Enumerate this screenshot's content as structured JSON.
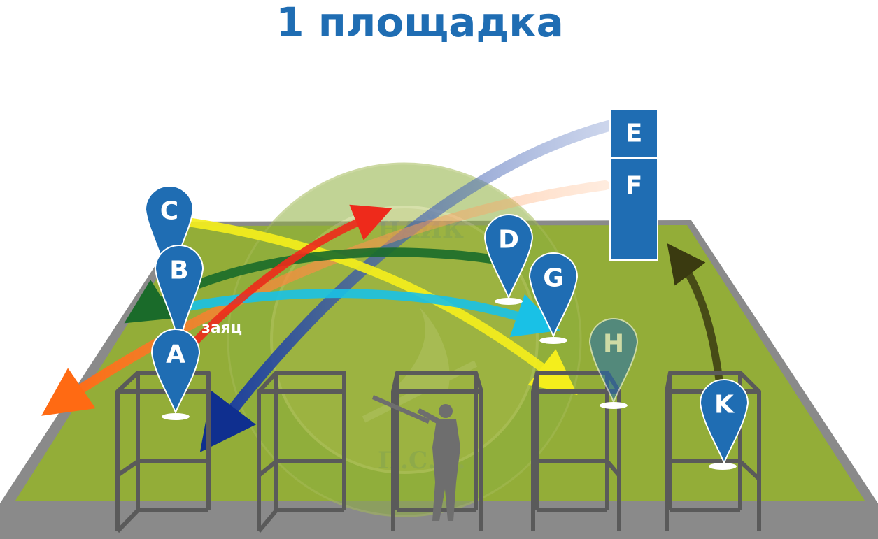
{
  "title": "1 площадка",
  "tower": {
    "labels": [
      "E",
      "F"
    ]
  },
  "pins": [
    {
      "label": "A",
      "style": "solid"
    },
    {
      "label": "B",
      "style": "solid"
    },
    {
      "label": "C",
      "style": "solid"
    },
    {
      "label": "D",
      "style": "solid"
    },
    {
      "label": "G",
      "style": "solid"
    },
    {
      "label": "H",
      "style": "faded"
    },
    {
      "label": "K",
      "style": "solid"
    }
  ],
  "hare_label": "заяц",
  "seal_text": {
    "top": "НАЙК",
    "bottom": "П.С.К."
  },
  "stands": {
    "count": 5,
    "shooter_stand": 3
  },
  "trajectories": [
    {
      "id": "E-to-left",
      "color": "#1a3d9c"
    },
    {
      "id": "F-to-left",
      "color": "#ff6a13"
    },
    {
      "id": "C-to-right",
      "color": "#f4ee1c"
    },
    {
      "id": "B-to-G",
      "color": "#19c1e6"
    },
    {
      "id": "D-to-left",
      "color": "#1a6b2a"
    },
    {
      "id": "hare-up",
      "color": "#ee2a1b"
    },
    {
      "id": "K-to-tower",
      "color": "#3a3a10"
    }
  ],
  "colors": {
    "title": "#1f6db3",
    "field": "#93ad38",
    "border": "#8a8a8a",
    "marker": "#1f6db3",
    "stand": "#5a5a5a"
  }
}
